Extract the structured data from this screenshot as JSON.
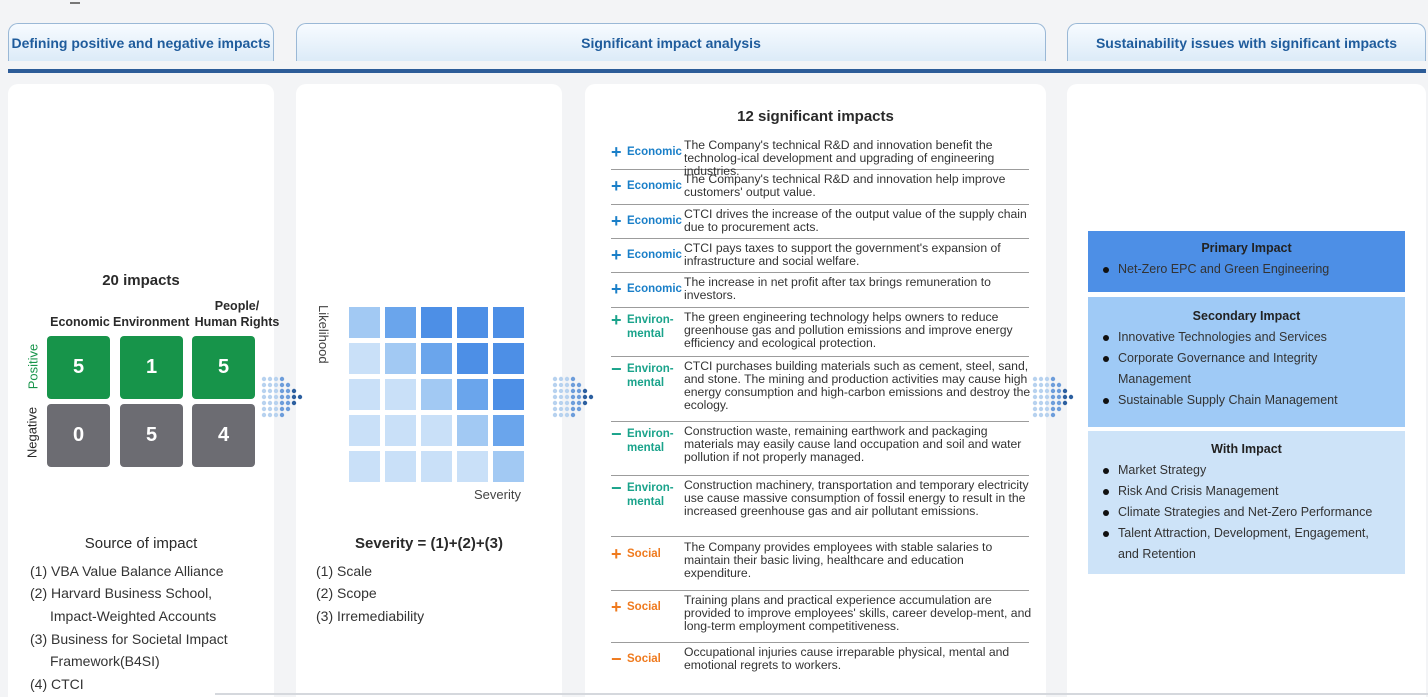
{
  "tabs": {
    "defining": "Defining positive and negative impacts",
    "analysis": "Significant impact analysis",
    "issues": "Sustainability issues with significant impacts"
  },
  "panel1": {
    "title": "20 impacts",
    "columns": [
      "Economic",
      "Environment",
      "People/\nHuman Rights"
    ],
    "positive_label": "Positive",
    "negative_label": "Negative",
    "positive_values": [
      "5",
      "1",
      "5"
    ],
    "negative_values": [
      "0",
      "5",
      "4"
    ],
    "colors": {
      "positive": "#17944a",
      "positive_label": "#17944a",
      "negative": "#6c6c72"
    },
    "source_title": "Source of impact",
    "sources": [
      "(1) VBA Value Balance Alliance",
      "(2) Harvard Business School,",
      "Impact-Weighted Accounts",
      "(3) Business for Societal Impact",
      "Framework(B4SI)",
      "(4) CTCI"
    ]
  },
  "panel2": {
    "ylabel": "Likelihood",
    "xlabel": "Severity",
    "matrix_colors": [
      "#c9e0f8",
      "#a2c9f3",
      "#6aa5ec",
      "#4d8fe6"
    ],
    "formula": "Severity = (1)+(2)+(3)",
    "items": [
      "(1)  Scale",
      "(2) Scope",
      "(3) Irremediability"
    ]
  },
  "panel3": {
    "title": "12 significant impacts",
    "colors": {
      "economic": "#1a7fc8",
      "environmental": "#1aa38b",
      "social": "#ef7a1e"
    },
    "rows": [
      {
        "sign": "+",
        "cat": "Economic",
        "type": "economic",
        "text": "The Company's technical R&D and innovation benefit the technolog-ical development and upgrading of engineering industries."
      },
      {
        "sign": "+",
        "cat": "Economic",
        "type": "economic",
        "text": "The Company's technical R&D and innovation help improve customers' output value."
      },
      {
        "sign": "+",
        "cat": "Economic",
        "type": "economic",
        "text": "CTCI drives the increase of the output value of the supply chain due to procurement acts."
      },
      {
        "sign": "+",
        "cat": "Economic",
        "type": "economic",
        "text": "CTCI pays taxes to support the government's expansion of infrastructure and social welfare."
      },
      {
        "sign": "+",
        "cat": "Economic",
        "type": "economic",
        "text": "The increase in net profit after tax brings remuneration to investors."
      },
      {
        "sign": "+",
        "cat": "Environ-\nmental",
        "type": "environmental",
        "text": "The green engineering technology helps owners to reduce greenhouse gas and pollution emissions and improve energy efficiency and ecological protection."
      },
      {
        "sign": "−",
        "cat": "Environ-\nmental",
        "type": "environmental",
        "text": "CTCI purchases building materials such as cement, steel, sand, and stone. The mining and production activities may cause high energy consumption and high-carbon emissions and destroy the ecology."
      },
      {
        "sign": "−",
        "cat": "Environ-\nmental",
        "type": "environmental",
        "text": "Construction waste, remaining earthwork and packaging materials may easily cause land occupation and soil and water pollution if not properly managed."
      },
      {
        "sign": "−",
        "cat": "Environ-\nmental",
        "type": "environmental",
        "text": "Construction machinery, transportation and temporary electricity use cause massive consumption of fossil energy to result in the increased greenhouse gas and air pollutant emissions."
      },
      {
        "sign": "+",
        "cat": "Social",
        "type": "social",
        "text": "The Company provides employees with stable salaries to maintain their basic living, healthcare and education expenditure."
      },
      {
        "sign": "+",
        "cat": "Social",
        "type": "social",
        "text": "Training plans and practical experience accumulation are provided to improve employees' skills, career develop-ment, and long-term employment competitiveness."
      },
      {
        "sign": "−",
        "cat": "Social",
        "type": "social",
        "text": "Occupational injuries cause irreparable physical, mental and emotional regrets to workers."
      }
    ]
  },
  "panel4": {
    "primary": {
      "title": "Primary Impact",
      "color": "#4d8fe6",
      "items": [
        "Net-Zero EPC and Green Engineering"
      ]
    },
    "secondary": {
      "title": "Secondary Impact",
      "color": "#9fcaf6",
      "items": [
        "Innovative Technologies and Services",
        "Corporate Governance and Integrity Management",
        "Sustainable Supply Chain Management"
      ]
    },
    "with": {
      "title": "With Impact",
      "color": "#cde3f8",
      "items": [
        "Market Strategy",
        "Risk And Crisis Management",
        "Climate Strategies and Net-Zero Performance",
        "Talent Attraction, Development, Engagement, and Retention"
      ]
    }
  }
}
